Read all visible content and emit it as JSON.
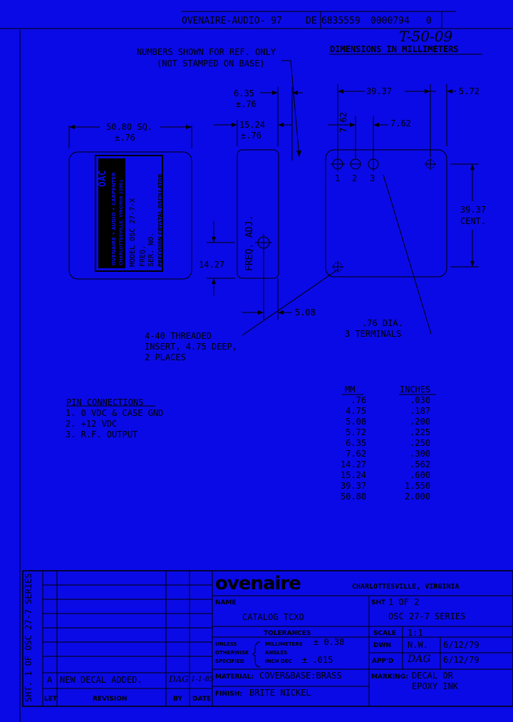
{
  "header": {
    "stamp": "OVENAIRE-AUDIO- 97",
    "de": "DE",
    "code1": "6835559",
    "code2": "0000794",
    "code3": "0",
    "handwritten": "T-50-09"
  },
  "notes": {
    "numbers_note_1": "NUMBERS SHOWN FOR REF. ONLY",
    "numbers_note_2": "(NOT STAMPED ON BASE)",
    "dims_note": "DIMENSIONS IN MILLIMETERS"
  },
  "dims": {
    "d5080": "50.80 SQ.",
    "d5080_tol": "±.76",
    "d635": "6.35",
    "d635_tol": "±.76",
    "d1524": "15.24",
    "d1524_tol": "±.76",
    "d3937_top": "39.37",
    "d572": "5.72",
    "d762_a": "7.62",
    "d762_b": "7.62",
    "d3937_side": "39.37",
    "cent": "CENT.",
    "d1427": "14.27",
    "d508": "5.08",
    "terminal_dia": ".76 DIA.",
    "terminal_count": "3 TERMINALS",
    "insert_1": "4-40 THREADED",
    "insert_2": "INSERT, 4.75 DEEP,",
    "insert_3": "2 PLACES",
    "freq_adj": "FREQ. ADJ.",
    "pin1": "1",
    "pin2": "2",
    "pin3": "3"
  },
  "decal": {
    "logo": "OAC",
    "brand_1": "OVENAIRE • AUDIO • CARPENTER",
    "brand_2": "CHARLOTTESVILLE, VIRGINIA 22901",
    "model": "MODEL OSC 27-7-X",
    "freq": "FREQ.",
    "ser": "SER. NO.",
    "desc": "PRECISION CRYSTAL OSCILLATOR"
  },
  "pins": {
    "title": "PIN CONNECTIONS",
    "items": [
      "1.   0 VDC & CASE GND",
      "2.   +12 VDC",
      "3.   R.F. OUTPUT"
    ]
  },
  "conversion": {
    "mm_header": "MM",
    "in_header": "INCHES",
    "rows": [
      {
        "mm": ".76",
        "in": ".030"
      },
      {
        "mm": "4.75",
        "in": ".187"
      },
      {
        "mm": "5.08",
        "in": ".200"
      },
      {
        "mm": "5.72",
        "in": ".225"
      },
      {
        "mm": "6.35",
        "in": ".250"
      },
      {
        "mm": "7.62",
        "in": ".300"
      },
      {
        "mm": "14.27",
        "in": ".562"
      },
      {
        "mm": "15.24",
        "in": ".600"
      },
      {
        "mm": "39.37",
        "in": "1.550"
      },
      {
        "mm": "50.80",
        "in": "2.000"
      }
    ]
  },
  "title_block": {
    "company": "ovenaire",
    "city": "CHARLOTTESVILLE, VIRGINIA",
    "name_label": "NAME",
    "name_value": "CATALOG    TCXO",
    "sht_label": "SHT",
    "sht_value": "1 OF 2",
    "series": "OSC 27-7 SERIES",
    "tolerances_label": "TOLERANCES",
    "unless": "UNLESS",
    "otherwise": "OTHERWISE",
    "specified": "SPECIFIED",
    "millimeters": "MILLIMETERS",
    "mm_tol": "± 0.38",
    "angles": "ANGLES",
    "inch_dec": "INCH DEC",
    "inch_tol": "± .015",
    "scale_label": "SCALE",
    "scale_value": "1:1",
    "dwn_label": "DWN",
    "dwn_value": "N.W.",
    "dwn_date": "6/12/79",
    "appd_label": "APP'D",
    "appd_value": "DAG",
    "appd_date": "6/12/79",
    "material_label": "MATERIAL:",
    "material_value": "COVER&BASE:BRASS",
    "finish_label": "FINISH:",
    "finish_value": "BRITE NICKEL",
    "marking_label": "MARKING:",
    "marking_value_1": "DECAL OR",
    "marking_value_2": "EPOXY INK",
    "side_label": "SHT. 1 OF   OSC 27-7 SERIES",
    "rev_letter": "A",
    "rev_text": "NEW DECAL ADDED.",
    "rev_by": "DAG",
    "rev_date": "1-1-85",
    "let_label": "LET",
    "revision_label": "REVISION",
    "by_label": "BY",
    "date_label": "DATE"
  }
}
